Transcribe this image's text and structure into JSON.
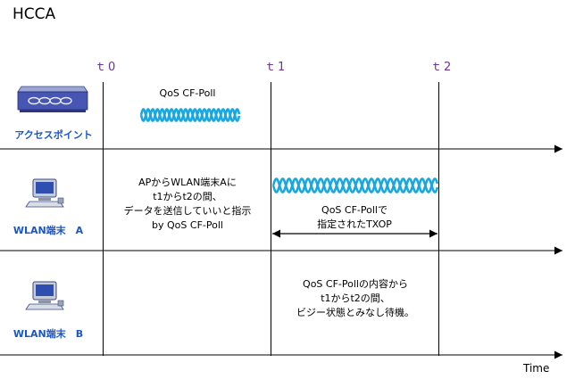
{
  "title": "HCCA",
  "time_markers": [
    "ｔ0",
    "ｔ1",
    "ｔ2"
  ],
  "devices": {
    "ap": "アクセスポイント",
    "sta_a": "WLAN端末　A",
    "sta_b": "WLAN端末　B"
  },
  "ap_poll_label": "QoS CF-Poll",
  "sta_a_description": [
    "APからWLAN端末Aに",
    "t1からt2の間、",
    "データを送信していいと指示",
    "by QoS CF-Poll"
  ],
  "txop_label": [
    "QoS CF-Pollで",
    "指定されたTXOP"
  ],
  "sta_b_description": [
    "QoS CF-Pollの内容から",
    "t1からt2の間、",
    "ビジー状態とみなし待機。"
  ],
  "time_axis_label": "Time",
  "colors": {
    "wave": "#19a7e0",
    "label_blue": "#1a57c8",
    "marker_purple": "#7030a0"
  },
  "icons": [
    "access-point-icon",
    "computer-terminal-icon"
  ]
}
